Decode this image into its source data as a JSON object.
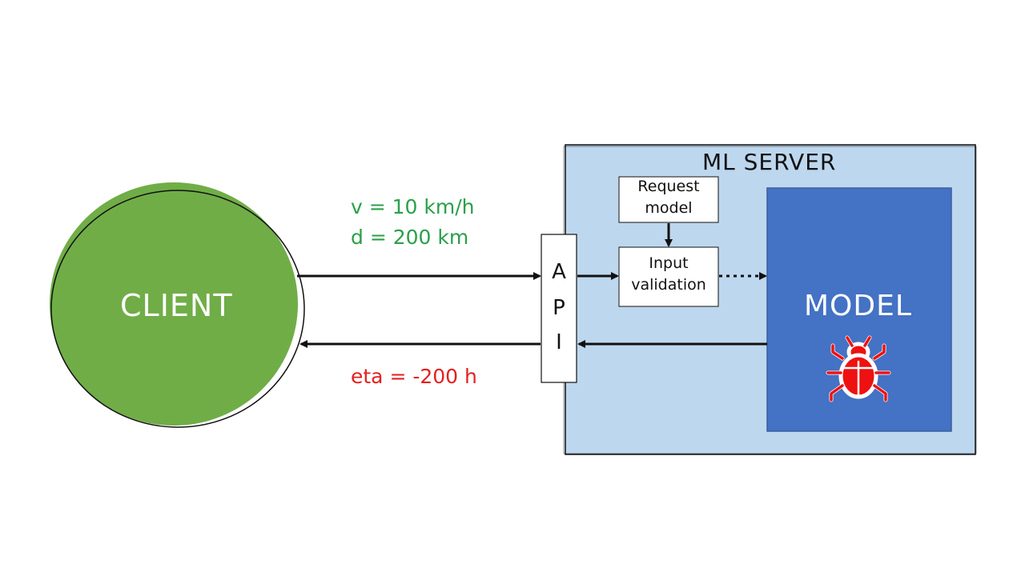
{
  "client": {
    "label": "CLIENT",
    "fill": "#70ad47"
  },
  "server": {
    "label": "ML SERVER",
    "fill": "#bdd7ee"
  },
  "model": {
    "label": "MODEL",
    "fill": "#4472c4",
    "icon": "bug-icon",
    "icon_color": "#ee1111"
  },
  "api": {
    "letters": [
      "A",
      "P",
      "I"
    ]
  },
  "request_model": {
    "line1": "Request",
    "line2": "model"
  },
  "input_validation": {
    "line1": "Input",
    "line2": "validation"
  },
  "request": {
    "line1": "v = 10 km/h",
    "line2": "d = 200 km",
    "color": "#2aa04a"
  },
  "response": {
    "text": "eta = -200 h",
    "color": "#e32020"
  }
}
